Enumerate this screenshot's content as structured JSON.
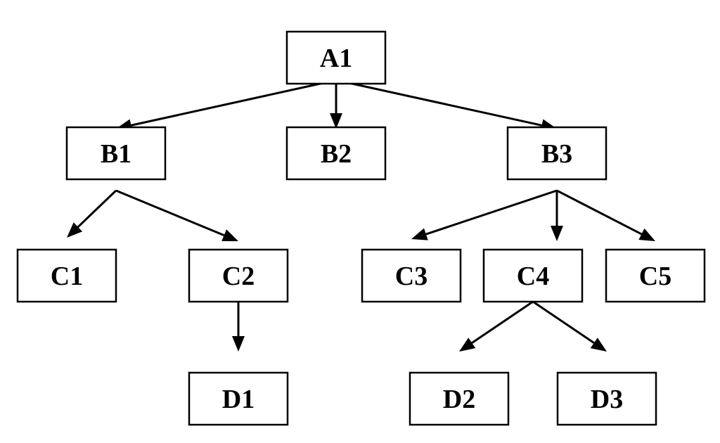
{
  "diagram": {
    "type": "tree",
    "nodes": [
      {
        "id": "A1",
        "label": "A1"
      },
      {
        "id": "B1",
        "label": "B1"
      },
      {
        "id": "B2",
        "label": "B2"
      },
      {
        "id": "B3",
        "label": "B3"
      },
      {
        "id": "C1",
        "label": "C1"
      },
      {
        "id": "C2",
        "label": "C2"
      },
      {
        "id": "C3",
        "label": "C3"
      },
      {
        "id": "C4",
        "label": "C4"
      },
      {
        "id": "C5",
        "label": "C5"
      },
      {
        "id": "D1",
        "label": "D1"
      },
      {
        "id": "D2",
        "label": "D2"
      },
      {
        "id": "D3",
        "label": "D3"
      }
    ],
    "edges": [
      {
        "from": "A1",
        "to": "B1"
      },
      {
        "from": "A1",
        "to": "B2"
      },
      {
        "from": "A1",
        "to": "B3"
      },
      {
        "from": "B1",
        "to": "C1"
      },
      {
        "from": "B1",
        "to": "C2"
      },
      {
        "from": "B3",
        "to": "C3"
      },
      {
        "from": "B3",
        "to": "C4"
      },
      {
        "from": "B3",
        "to": "C5"
      },
      {
        "from": "C2",
        "to": "D1"
      },
      {
        "from": "C4",
        "to": "D2"
      },
      {
        "from": "C4",
        "to": "D3"
      }
    ]
  }
}
